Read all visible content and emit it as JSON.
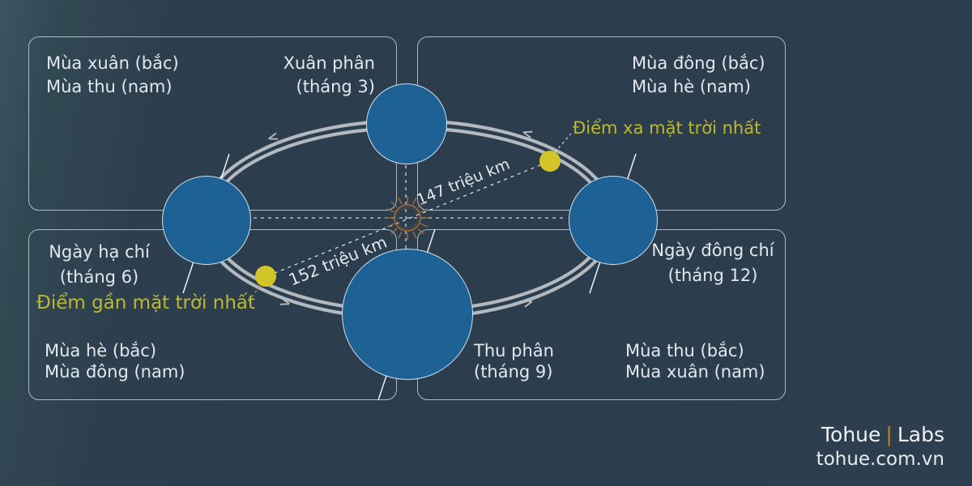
{
  "quadrants": {
    "top_left": {
      "season1": "Mùa xuân (bắc)",
      "season2": "Mùa thu (nam)",
      "event1": "Xuân phân",
      "event2": "(tháng 3)"
    },
    "top_right": {
      "season1": "Mùa đông (bắc)",
      "season2": "Mùa hè (nam)"
    },
    "bottom_left": {
      "event1": "Ngày hạ chí",
      "event2": "(tháng 6)",
      "season1": "Mùa hè (bắc)",
      "season2": "Mùa đông (nam)"
    },
    "bottom_right": {
      "event1": "Ngày đông chí",
      "event2": "(tháng 12)",
      "equinox1": "Thu phân",
      "equinox2": "(tháng 9)",
      "season1": "Mùa thu (bắc)",
      "season2": "Mùa xuân (nam)"
    }
  },
  "apsides": {
    "aphelion_label": "Điểm xa mặt trời nhất",
    "aphelion_distance": "147 triệu km",
    "perihelion_label": "Điểm gần mặt trời nhất",
    "perihelion_distance": "152 triệu km"
  },
  "orbit": {
    "chevron_left": "<",
    "chevron_right": ">"
  },
  "branding": {
    "brand": "Tohue",
    "separator": "|",
    "suffix": "Labs",
    "website": "tohue.com.vn"
  },
  "colors": {
    "background": "#2d3e4e",
    "background_edge": "#3a5661",
    "box_border": "#c6ced4",
    "text": "#e3e8ec",
    "accent_yellow_text": "#bdb92e",
    "accent_yellow_dot": "#d3c527",
    "earth_fill": "#1d6195",
    "earth_border": "#cfe2ee",
    "orbit_gray": "#b3b9bf",
    "sun_orange": "#a06c3c",
    "brand_orange": "#c77e2e"
  }
}
